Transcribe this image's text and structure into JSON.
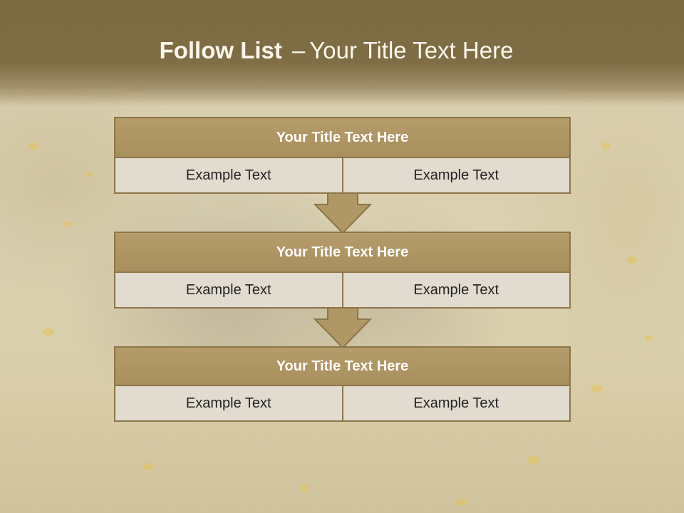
{
  "title": {
    "bold": "Follow List",
    "dash": "–",
    "rest": "Your Title Text Here"
  },
  "blocks": [
    {
      "title": "Your Title Text Here",
      "left": "Example Text",
      "right": "Example Text"
    },
    {
      "title": "Your Title Text Here",
      "left": "Example Text",
      "right": "Example Text"
    },
    {
      "title": "Your Title Text Here",
      "left": "Example Text",
      "right": "Example Text"
    }
  ],
  "colors": {
    "header": "#7f6d45",
    "block_title": "#ae9564",
    "block_border": "#8c7548",
    "cell_fill": "#e2dbcf"
  }
}
